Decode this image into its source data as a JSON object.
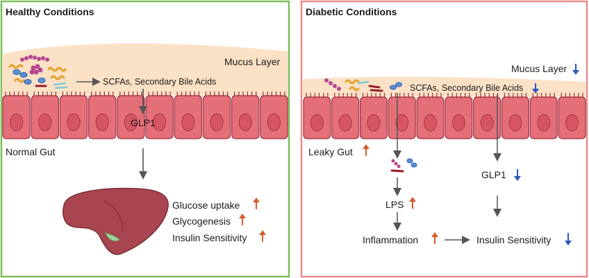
{
  "healthy": {
    "title": "Healthy Conditions",
    "mucus_label": "Mucus Layer",
    "metabolites_label": "SCFAs, Secondary Bile Acids",
    "glp1_label": "GLP1",
    "gut_label": "Normal Gut",
    "effects": [
      "Glucose uptake",
      "Glycogenesis",
      "Insulin Sensitivity"
    ]
  },
  "diabetic": {
    "title": "Diabetic Conditions",
    "mucus_label": "Mucus Layer",
    "metabolites_label": "SCFAs, Secondary Bile Acids",
    "gut_label": "Leaky Gut",
    "lps_label": "LPS",
    "inflammation_label": "Inflammation",
    "glp1_label": "GLP1",
    "insulin_label": "Insulin Sensitivity"
  },
  "colors": {
    "healthy_border": "#7cbf5a",
    "diabetic_border": "#e88a8a",
    "mucus": "#fbe1c6",
    "cell_fill": "#e46f79",
    "cell_stroke": "#9c2d3a",
    "nucleus": "#d65562",
    "liver": "#a84550",
    "arrow_up": "#d9592c",
    "arrow_down": "#2e55b8"
  }
}
